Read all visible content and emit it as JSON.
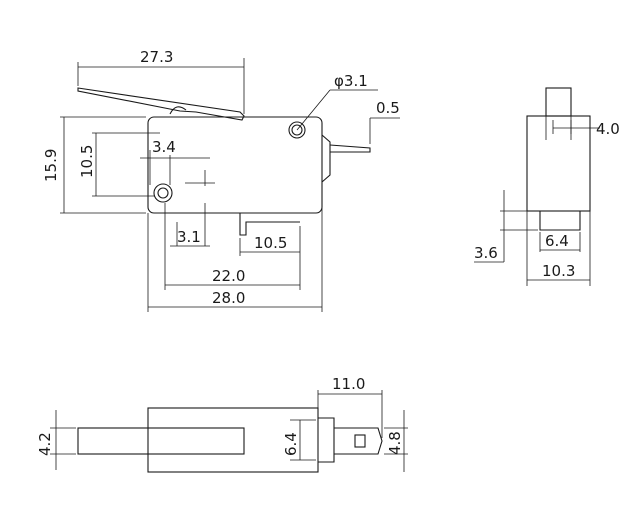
{
  "drawing": {
    "front_view": {
      "lever_length": "27.3",
      "pivot_hole_dia": "φ3.1",
      "terminal_thickness": "0.5",
      "height": "15.9",
      "hole_spacing_v": "10.5",
      "hole_offset_x": "3.4",
      "hole_offset_y": "3.1",
      "terminal_spacing": "10.5",
      "hole_spacing_h": "22.0",
      "overall_length": "28.0"
    },
    "side_view": {
      "plunger_width": "4.0",
      "base_step": "3.6",
      "terminal_width": "6.4",
      "overall_width": "10.3"
    },
    "bottom_view": {
      "terminal_length": "11.0",
      "lever_width": "4.2",
      "terminal_pitch": "6.4",
      "terminal_tab": "4.8"
    }
  }
}
